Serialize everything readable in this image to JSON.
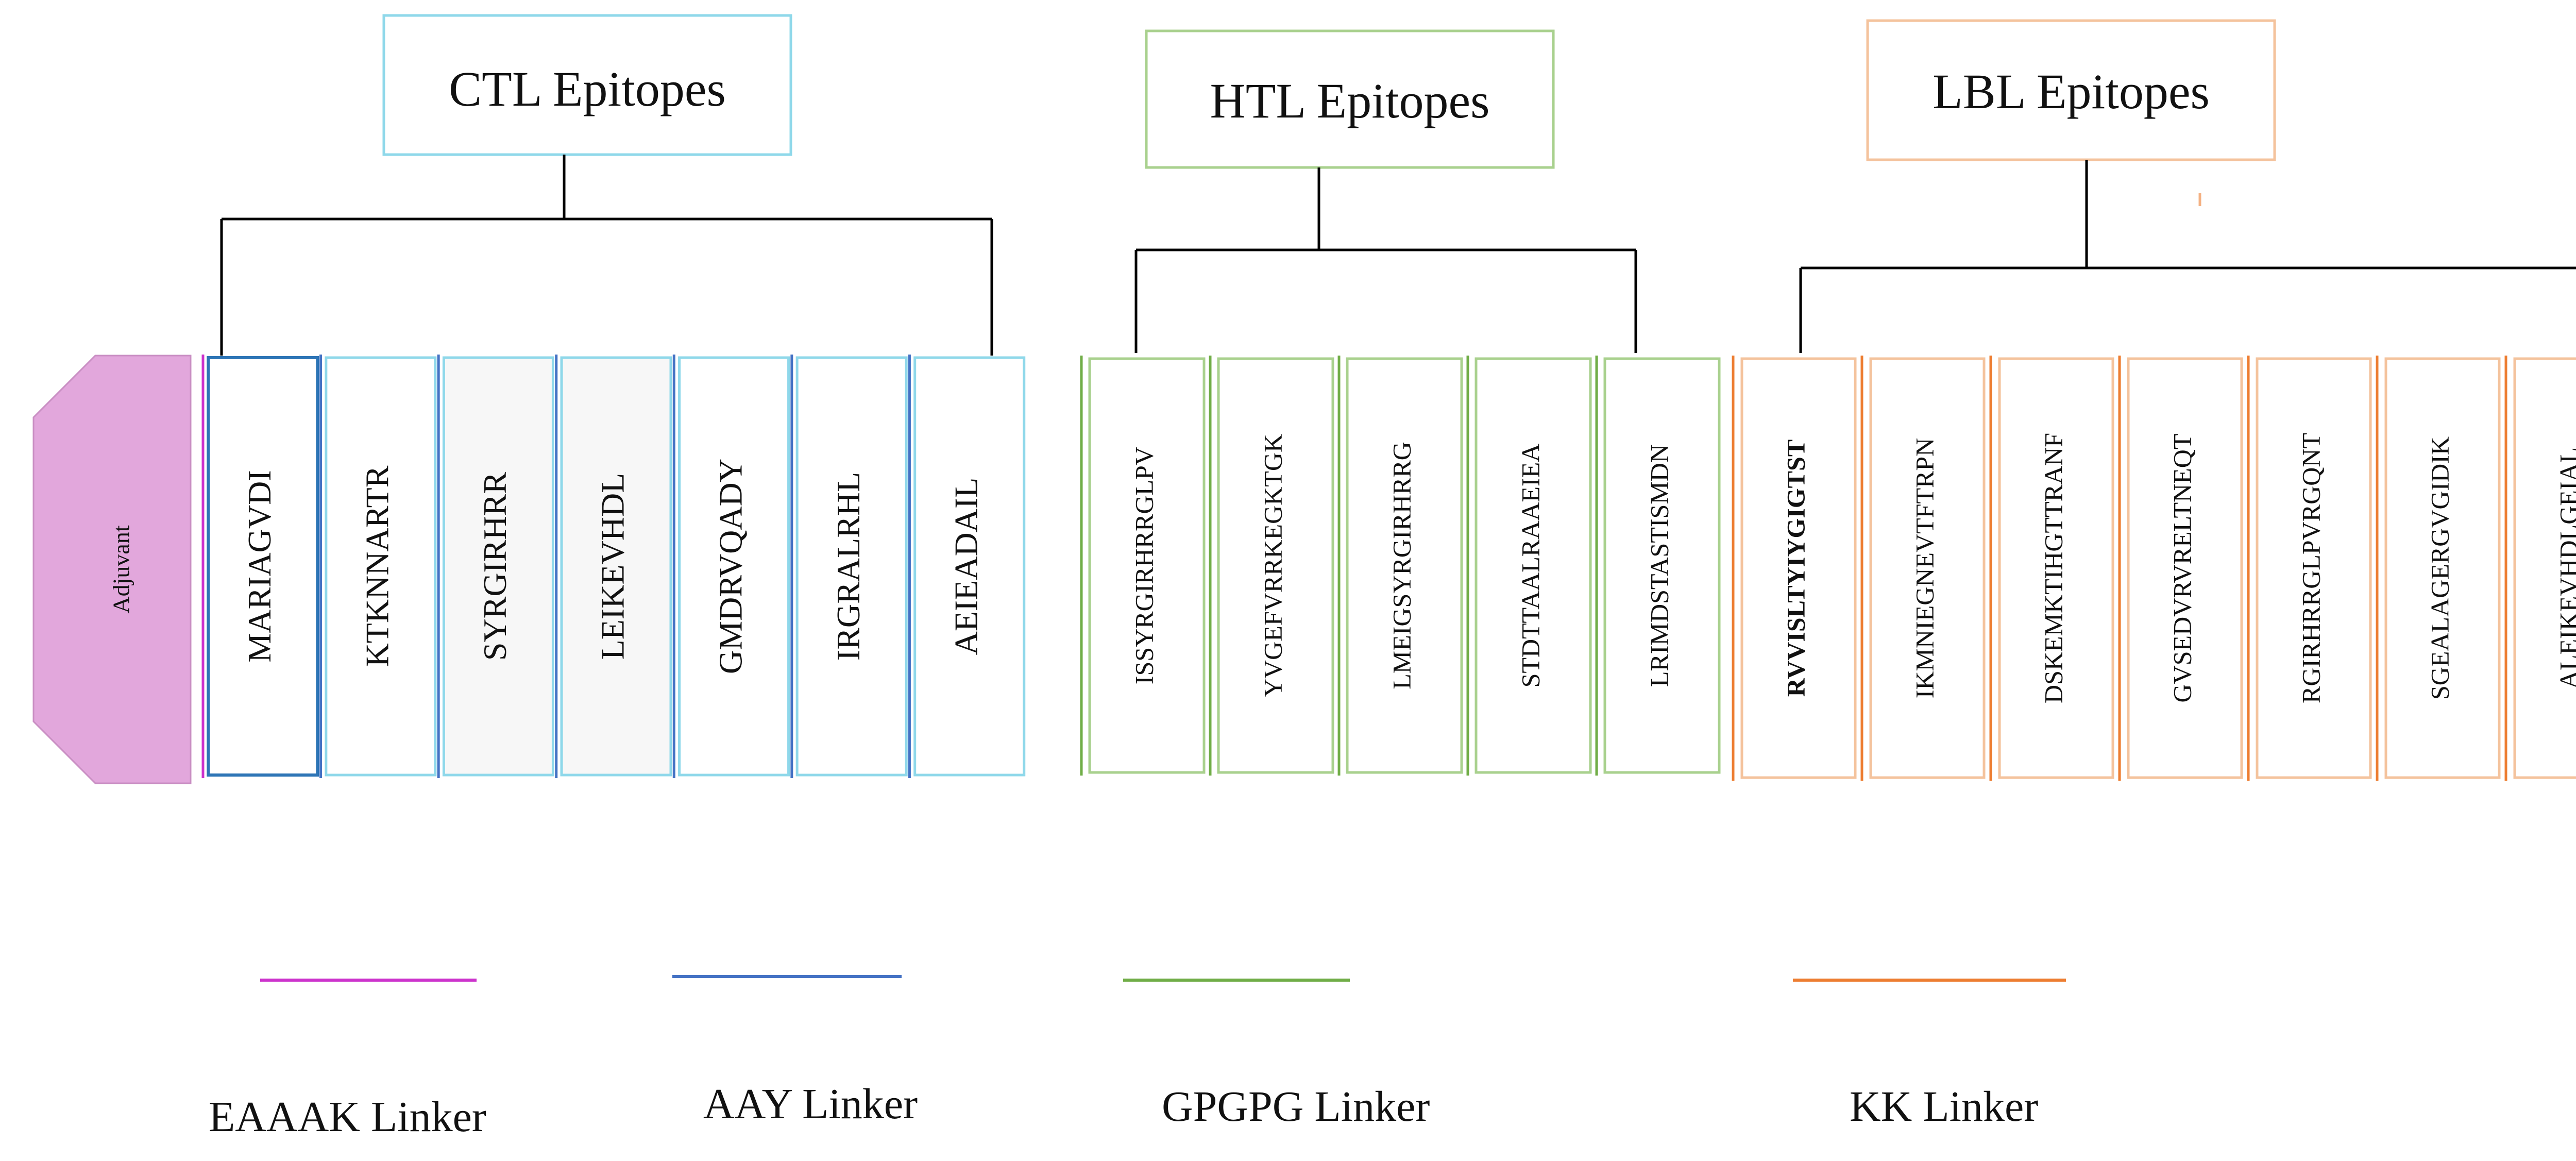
{
  "adjuvant": {
    "label": "Adjuvant",
    "color": "#e2a7dc"
  },
  "groups": [
    {
      "key": "ctl",
      "title": "CTL Epitopes",
      "box_color": "#8fd8ea",
      "epitopes": [
        "MARIAGVDI",
        "KTKNNARTR",
        "SYRGIRHRR",
        "LEIKEVHDL",
        "GMDRVQADY",
        "IRGRALRHL",
        "AEIEADAIL"
      ]
    },
    {
      "key": "htl",
      "title": "HTL Epitopes",
      "box_color": "#a9d18e",
      "epitopes": [
        "ISSYRGIRHRRGLPV",
        "YVGEFVRRKEGKTGK",
        "LMEIGSYRGIRHRRG",
        "STDTTAALRAAEIEA",
        "LRIMDSTASTISMDN"
      ]
    },
    {
      "key": "lbl",
      "title": "LBL Epitopes",
      "box_color": "#f4c39d",
      "epitopes": [
        "RVVISLTYIYGIGTST",
        "IKMNIEGNEVTFTRPN",
        "DSKEMKTIHGTTRANF",
        "GVSEDVRVRELTNEQT",
        "RGIRHRRGLPVRGQNT",
        "SGEALAGERGVGIDIK",
        "ALEIKEVHDLGEIAL"
      ]
    }
  ],
  "linkers": [
    {
      "label": "EAAAK Linker",
      "color": "#cc33cc"
    },
    {
      "label": "AAY Linker",
      "color": "#4472c4"
    },
    {
      "label": "GPGPG Linker",
      "color": "#70ad47"
    },
    {
      "label": "KK Linker",
      "color": "#ed7d31"
    }
  ],
  "colors": {
    "first_box_border": "#2e75b6",
    "bracket": "#000000"
  }
}
